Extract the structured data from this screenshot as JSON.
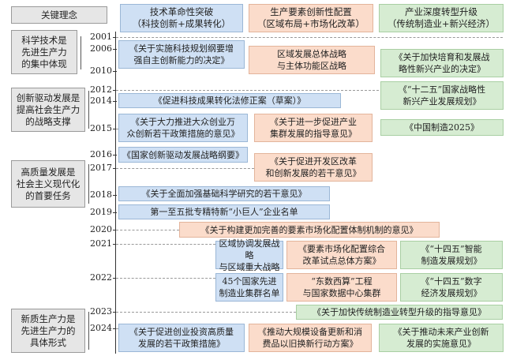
{
  "headers": {
    "concept": "关键理念",
    "col1": "技术革命性突破\n（科技创新+成果转化）",
    "col2": "生产要素创新性配置\n（区域布局+市场化改革）",
    "col3": "产业深度转型升级\n（传统制造业+新兴经济）"
  },
  "concepts": [
    "科学技术是\n先进生产力\n的集中体现",
    "创新驱动发展是\n提高社会生产力\n的战略支撑",
    "高质量发展是\n社会主义现代化\n的首要任务",
    "新质生产力是\n先进生产力的\n具体形式"
  ],
  "years": [
    "2001",
    "2006",
    "2010",
    "2012",
    "2014",
    "2015",
    "2016",
    "2017",
    "2018",
    "2019",
    "2020",
    "2021",
    "2022",
    "2023",
    "2024"
  ],
  "boxes": [
    "《关于实施科技规划纲要增\n强自主创新能力的决定》",
    "区域发展总体战略\n与主体功能区战略",
    "《关于加快培育和发展战\n略性新兴产业的决定》",
    "《“十二五”国家战略性\n新兴产业发展规划》",
    "《促进科技成果转化法修正案（草案）》",
    "《关于大力推进大众创业万\n众创新若干政策措施的意见》",
    "《关于进一步促进产业\n集群发展的指导意见》",
    "《中国制造2025》",
    "《国家创新驱动发展战略纲要》",
    "《关于促进开发区改革\n和创新发展的若干意见》",
    "《关于全面加强基础科学研究的若干意见》",
    "第一至五批专精特新“小巨人”企业名单",
    "《关于构建更加完善的要素市场化配置体制机制的意见》",
    "区域协调发展战略\n与区域重大战略",
    "《要素市场化配置综合\n改革试点总体方案》",
    "《“十四五”智能\n制造发展规划》",
    "45个国家先进\n制造业集群名单",
    "“东数西算”工程\n与国家数据中心集群",
    "《“十四五”数字\n经济发展规划》",
    "《关于加快传统制造业转型升级的指导意见》",
    "《关于促进创业投资高质量\n发展的若干政策措施》",
    "《推动大规模设备更新和消\n费品以旧换新行动方案》",
    "《关于推动未来产业创新\n发展的实施意见》"
  ],
  "colors": {
    "tech": "#cfe0f4",
    "factor": "#fbdccb",
    "industry": "#d6ecd2",
    "concept": "#e6e6e6"
  }
}
